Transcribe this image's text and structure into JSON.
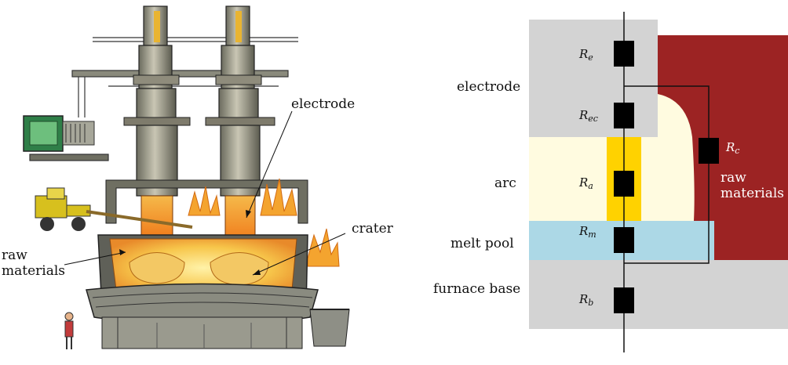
{
  "illustration": {
    "labels": {
      "electrode": "electrode",
      "crater": "crater",
      "raw_line1": "raw",
      "raw_line2": "materials"
    }
  },
  "circuit": {
    "labels": {
      "electrode": "electrode",
      "arc": "arc",
      "melt_pool": "melt pool",
      "furnace_base": "furnace base",
      "raw_line1": "raw",
      "raw_line2": "materials"
    },
    "resistors": {
      "Re": {
        "sym": "R",
        "sub": "e"
      },
      "Rec": {
        "sym": "R",
        "sub": "ec"
      },
      "Ra": {
        "sym": "R",
        "sub": "a"
      },
      "Rm": {
        "sym": "R",
        "sub": "m"
      },
      "Rb": {
        "sym": "R",
        "sub": "b"
      },
      "Rc": {
        "sym": "R",
        "sub": "c"
      }
    },
    "colors": {
      "electrode_region": "#d3d3d3",
      "raw_materials_region": "#9c2323",
      "arc_region": "#fffbe0",
      "arc_core": "#ffd200",
      "melt_pool_region": "#acd8e6",
      "furnace_base_region": "#d3d3d3"
    }
  }
}
